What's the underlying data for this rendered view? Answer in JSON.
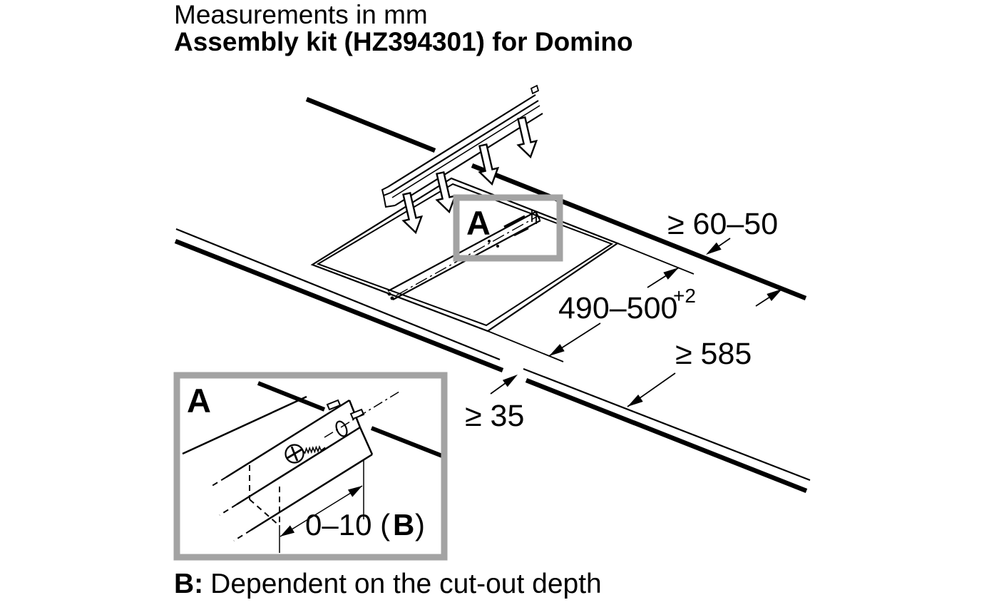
{
  "header": {
    "line1": "Measurements in mm",
    "line2": "Assembly kit (HZ394301) for Domino"
  },
  "footnote": {
    "label": "B:",
    "text": "Dependent on the cut-out depth"
  },
  "labels": {
    "callout_main": "A",
    "callout_detail": "A",
    "dim_rear_clearance": "≥ 60–50",
    "dim_cutout_depth": "490–500",
    "dim_cutout_depth_sup": "+2",
    "dim_worktop_depth": "≥ 585",
    "dim_front_clearance": "≥ 35",
    "dim_detail_pre": "0–10 (",
    "dim_detail_ref": "B",
    "dim_detail_post": ")"
  },
  "colors": {
    "line": "#000000",
    "callout_frame": "#a3a3a3",
    "background": "#ffffff"
  }
}
